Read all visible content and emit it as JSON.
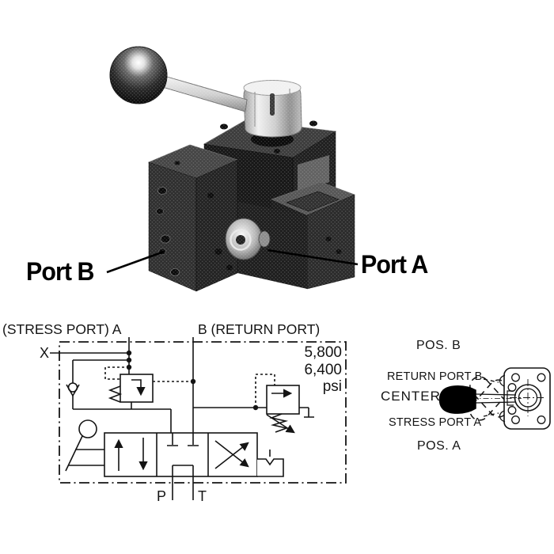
{
  "photo": {
    "port_b": "Port B",
    "port_a": "Port A"
  },
  "schematic": {
    "port_a_label": "(STRESS PORT) A",
    "port_b_label": "B (RETURN PORT)",
    "pilot_label": "X",
    "pressure": {
      "line1": "5,800",
      "line2": "6,400",
      "unit": "psi"
    },
    "pressure_port_label": "P",
    "tank_port_label": "T"
  },
  "lever_positions": {
    "pos_b": "POS. B",
    "return_port_b": "RETURN PORT B",
    "center": "CENTER",
    "stress_port_a": "STRESS PORT A",
    "pos_a": "POS. A"
  },
  "colors": {
    "ink": "#141414",
    "photo_dark": "#1a1a1a",
    "chrome": "#d9d9d9"
  }
}
